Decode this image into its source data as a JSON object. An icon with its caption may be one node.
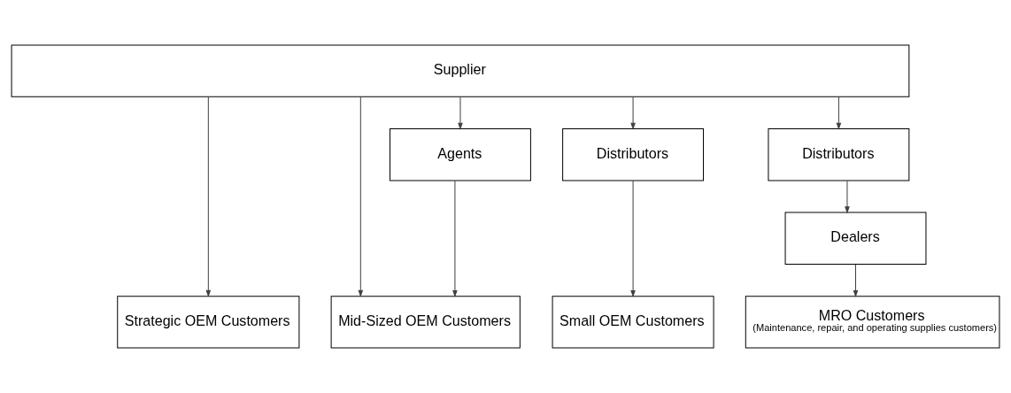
{
  "diagram": {
    "nodes": [
      {
        "text": [
          "Supplier"
        ]
      },
      {
        "text": [
          "Agents"
        ]
      },
      {
        "text": [
          "Distributors"
        ]
      },
      {
        "text": [
          "Distributors"
        ]
      },
      {
        "text": [
          "Dealers"
        ]
      },
      {
        "text": [
          "Strategic OEM Customers"
        ]
      },
      {
        "text": [
          "Mid-Sized OEM Customers"
        ]
      },
      {
        "text": [
          "Small OEM Customers"
        ]
      },
      {
        "text": [
          "MRO Customers",
          "(Maintenance, repair, and operating supplies customers)"
        ]
      }
    ],
    "edges": [
      {
        "from": 0,
        "to": 5,
        "arrow": "to"
      },
      {
        "from": 0,
        "to": 1,
        "arrow": "to"
      },
      {
        "from": 0,
        "to": 2,
        "arrow": "to"
      },
      {
        "from": 0,
        "to": 3,
        "arrow": "to"
      },
      {
        "from": 0,
        "to": 6,
        "arrow": "to"
      },
      {
        "from": 1,
        "to": 6,
        "arrow": "to"
      },
      {
        "from": 2,
        "to": 7,
        "arrow": "to"
      },
      {
        "from": 3,
        "to": 4,
        "arrow": "to"
      },
      {
        "from": 4,
        "to": 8,
        "arrow": "to"
      }
    ]
  }
}
